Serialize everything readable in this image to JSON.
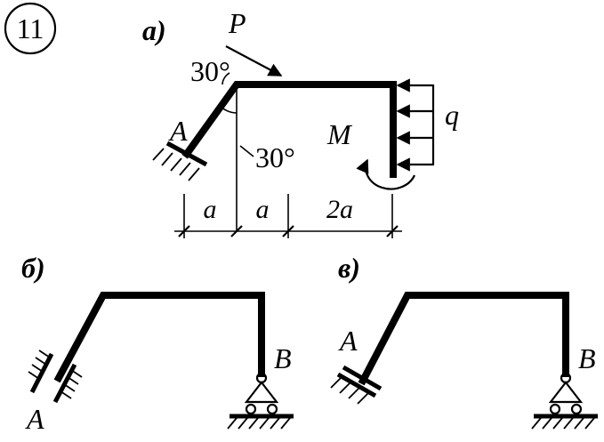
{
  "problem_number": "11",
  "diagrams": {
    "a": {
      "label": "а)",
      "force_label": "P",
      "angle_top": "30°",
      "angle_bottom": "30°",
      "support_label": "A",
      "moment_label": "M",
      "load_label": "q",
      "dimensions": [
        "a",
        "a",
        "2a"
      ]
    },
    "b": {
      "label": "б)",
      "label_left": "A",
      "label_right": "B"
    },
    "c": {
      "label": "в)",
      "label_left": "A",
      "label_right": "B"
    }
  }
}
